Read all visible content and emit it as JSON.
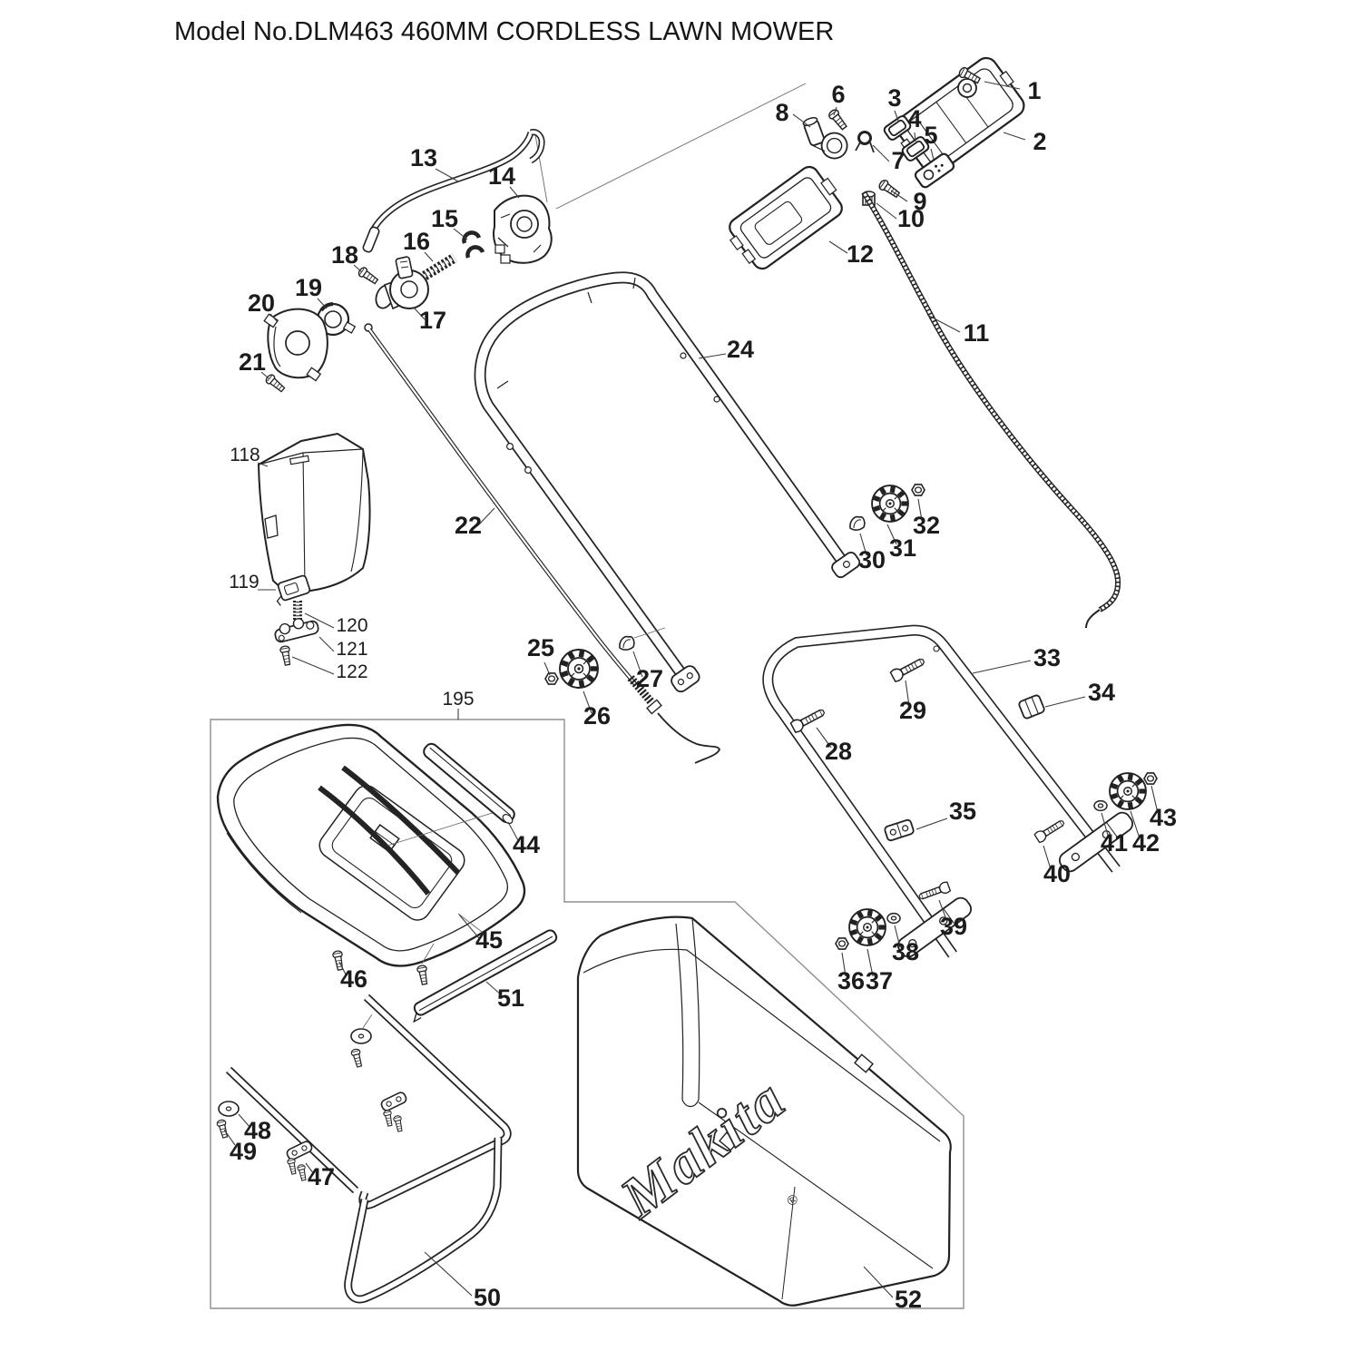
{
  "header": {
    "title": "Model No.DLM463 460MM CORDLESS LAWN MOWER"
  },
  "bag": {
    "brand": "Makita",
    "registered_mark": "®"
  },
  "part_labels": {
    "p1": "1",
    "p2": "2",
    "p3": "3",
    "p4": "4",
    "p5": "5",
    "p6": "6",
    "p7": "7",
    "p8": "8",
    "p9": "9",
    "p10": "10",
    "p11": "11",
    "p12": "12",
    "p13": "13",
    "p14": "14",
    "p15": "15",
    "p16": "16",
    "p17": "17",
    "p18": "18",
    "p19": "19",
    "p20": "20",
    "p21": "21",
    "p22": "22",
    "p24": "24",
    "p25": "25",
    "p26": "26",
    "p27": "27",
    "p28": "28",
    "p29": "29",
    "p30": "30",
    "p31": "31",
    "p32": "32",
    "p33": "33",
    "p34": "34",
    "p35": "35",
    "p36": "36",
    "p37": "37",
    "p38": "38",
    "p39": "39",
    "p40": "40",
    "p41": "41",
    "p42": "42",
    "p43": "43",
    "p44": "44",
    "p45": "45",
    "p46": "46",
    "p47": "47",
    "p48": "48",
    "p49": "49",
    "p50": "50",
    "p51": "51",
    "p52": "52",
    "p118": "118",
    "p119": "119",
    "p120": "120",
    "p121": "121",
    "p122": "122",
    "p195": "195"
  }
}
